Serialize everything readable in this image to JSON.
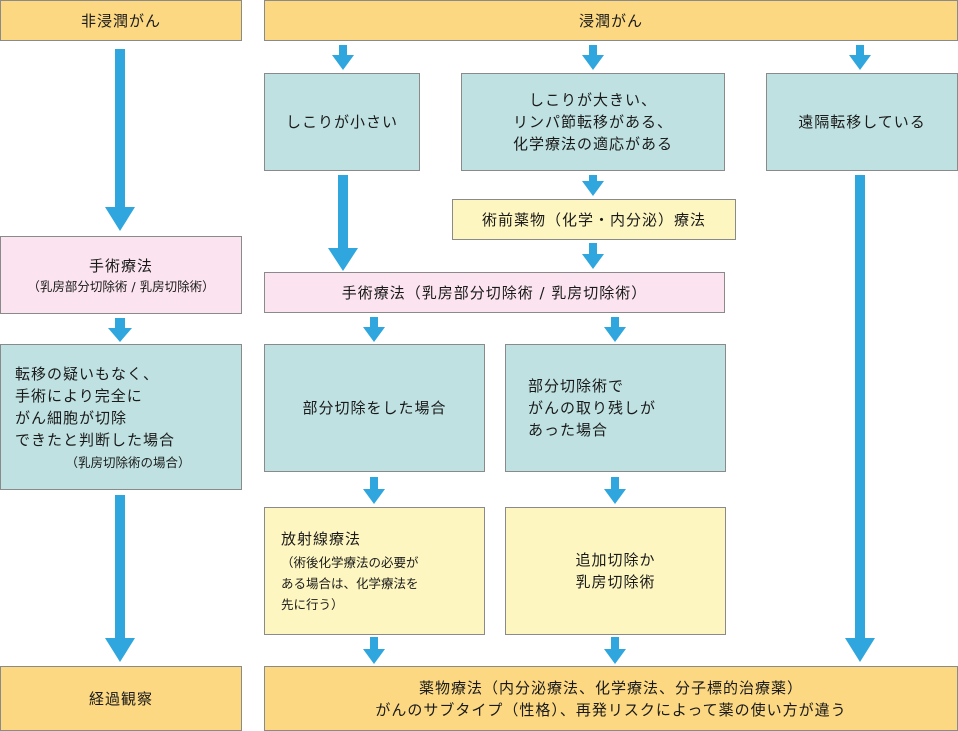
{
  "headers": {
    "non_invasive": "非浸潤がん",
    "invasive": "浸潤がん"
  },
  "left": {
    "surgery_title": "手術療法",
    "surgery_sub": "（乳房部分切除術 / 乳房切除術）",
    "no_metastasis": "転移の疑いもなく、\n手術により完全に\nがん細胞が切除\nできたと判断した場合",
    "no_metastasis_note": "（乳房切除術の場合）",
    "observation": "経過観察"
  },
  "center": {
    "small_tumor": "しこりが小さい",
    "large_tumor": "しこりが大きい、\nリンパ節転移がある、\n化学療法の適応がある",
    "preop_drug": "術前薬物（化学・内分泌）療法",
    "surgery": "手術療法（乳房部分切除術 / 乳房切除術）",
    "partial_case": "部分切除をした場合",
    "residual_case": "部分切除術で\nがんの取り残しが\nあった場合",
    "radiation_title": "放射線療法",
    "radiation_note": "（術後化学療法の必要が\nある場合は、化学療法を\n先に行う）",
    "additional": "追加切除か\n乳房切除術"
  },
  "right": {
    "distant_metastasis": "遠隔転移している"
  },
  "bottom": {
    "drug_therapy_line1": "薬物療法（内分泌療法、化学療法、分子標的治療薬）",
    "drug_therapy_line2": "がんのサブタイプ（性格）、再発リスクによって薬の使い方が違う"
  },
  "colors": {
    "arrow": "#2fa6dd",
    "yellow": "#fcd883",
    "cream": "#fdf6c0",
    "teal": "#bfe1e1",
    "pink": "#fbe4ef",
    "border": "#8a8a8a"
  }
}
